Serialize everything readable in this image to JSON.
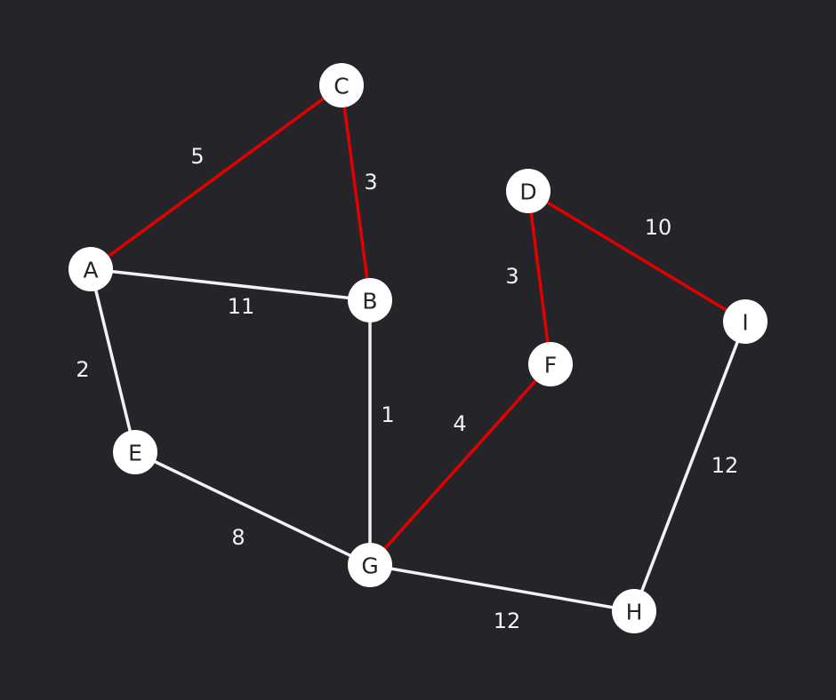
{
  "colors": {
    "background": "#252529",
    "node_fill": "#ffffff",
    "node_text": "#252529",
    "edge_default": "#f2f2f2",
    "edge_highlight": "#e00000",
    "weight_text": "#f2f2f2"
  },
  "nodes": [
    {
      "id": "A",
      "label": "A"
    },
    {
      "id": "B",
      "label": "B"
    },
    {
      "id": "C",
      "label": "C"
    },
    {
      "id": "D",
      "label": "D"
    },
    {
      "id": "E",
      "label": "E"
    },
    {
      "id": "F",
      "label": "F"
    },
    {
      "id": "G",
      "label": "G"
    },
    {
      "id": "H",
      "label": "H"
    },
    {
      "id": "I",
      "label": "I"
    }
  ],
  "edges": [
    {
      "from": "A",
      "to": "C",
      "weight": "5",
      "highlighted": true
    },
    {
      "from": "C",
      "to": "B",
      "weight": "3",
      "highlighted": true
    },
    {
      "from": "A",
      "to": "B",
      "weight": "11",
      "highlighted": false
    },
    {
      "from": "A",
      "to": "E",
      "weight": "2",
      "highlighted": false
    },
    {
      "from": "B",
      "to": "G",
      "weight": "1",
      "highlighted": false
    },
    {
      "from": "E",
      "to": "G",
      "weight": "8",
      "highlighted": false
    },
    {
      "from": "G",
      "to": "F",
      "weight": "4",
      "highlighted": true
    },
    {
      "from": "D",
      "to": "F",
      "weight": "3",
      "highlighted": true
    },
    {
      "from": "D",
      "to": "I",
      "weight": "10",
      "highlighted": true
    },
    {
      "from": "I",
      "to": "H",
      "weight": "12",
      "highlighted": false
    },
    {
      "from": "G",
      "to": "H",
      "weight": "12",
      "highlighted": false
    }
  ]
}
